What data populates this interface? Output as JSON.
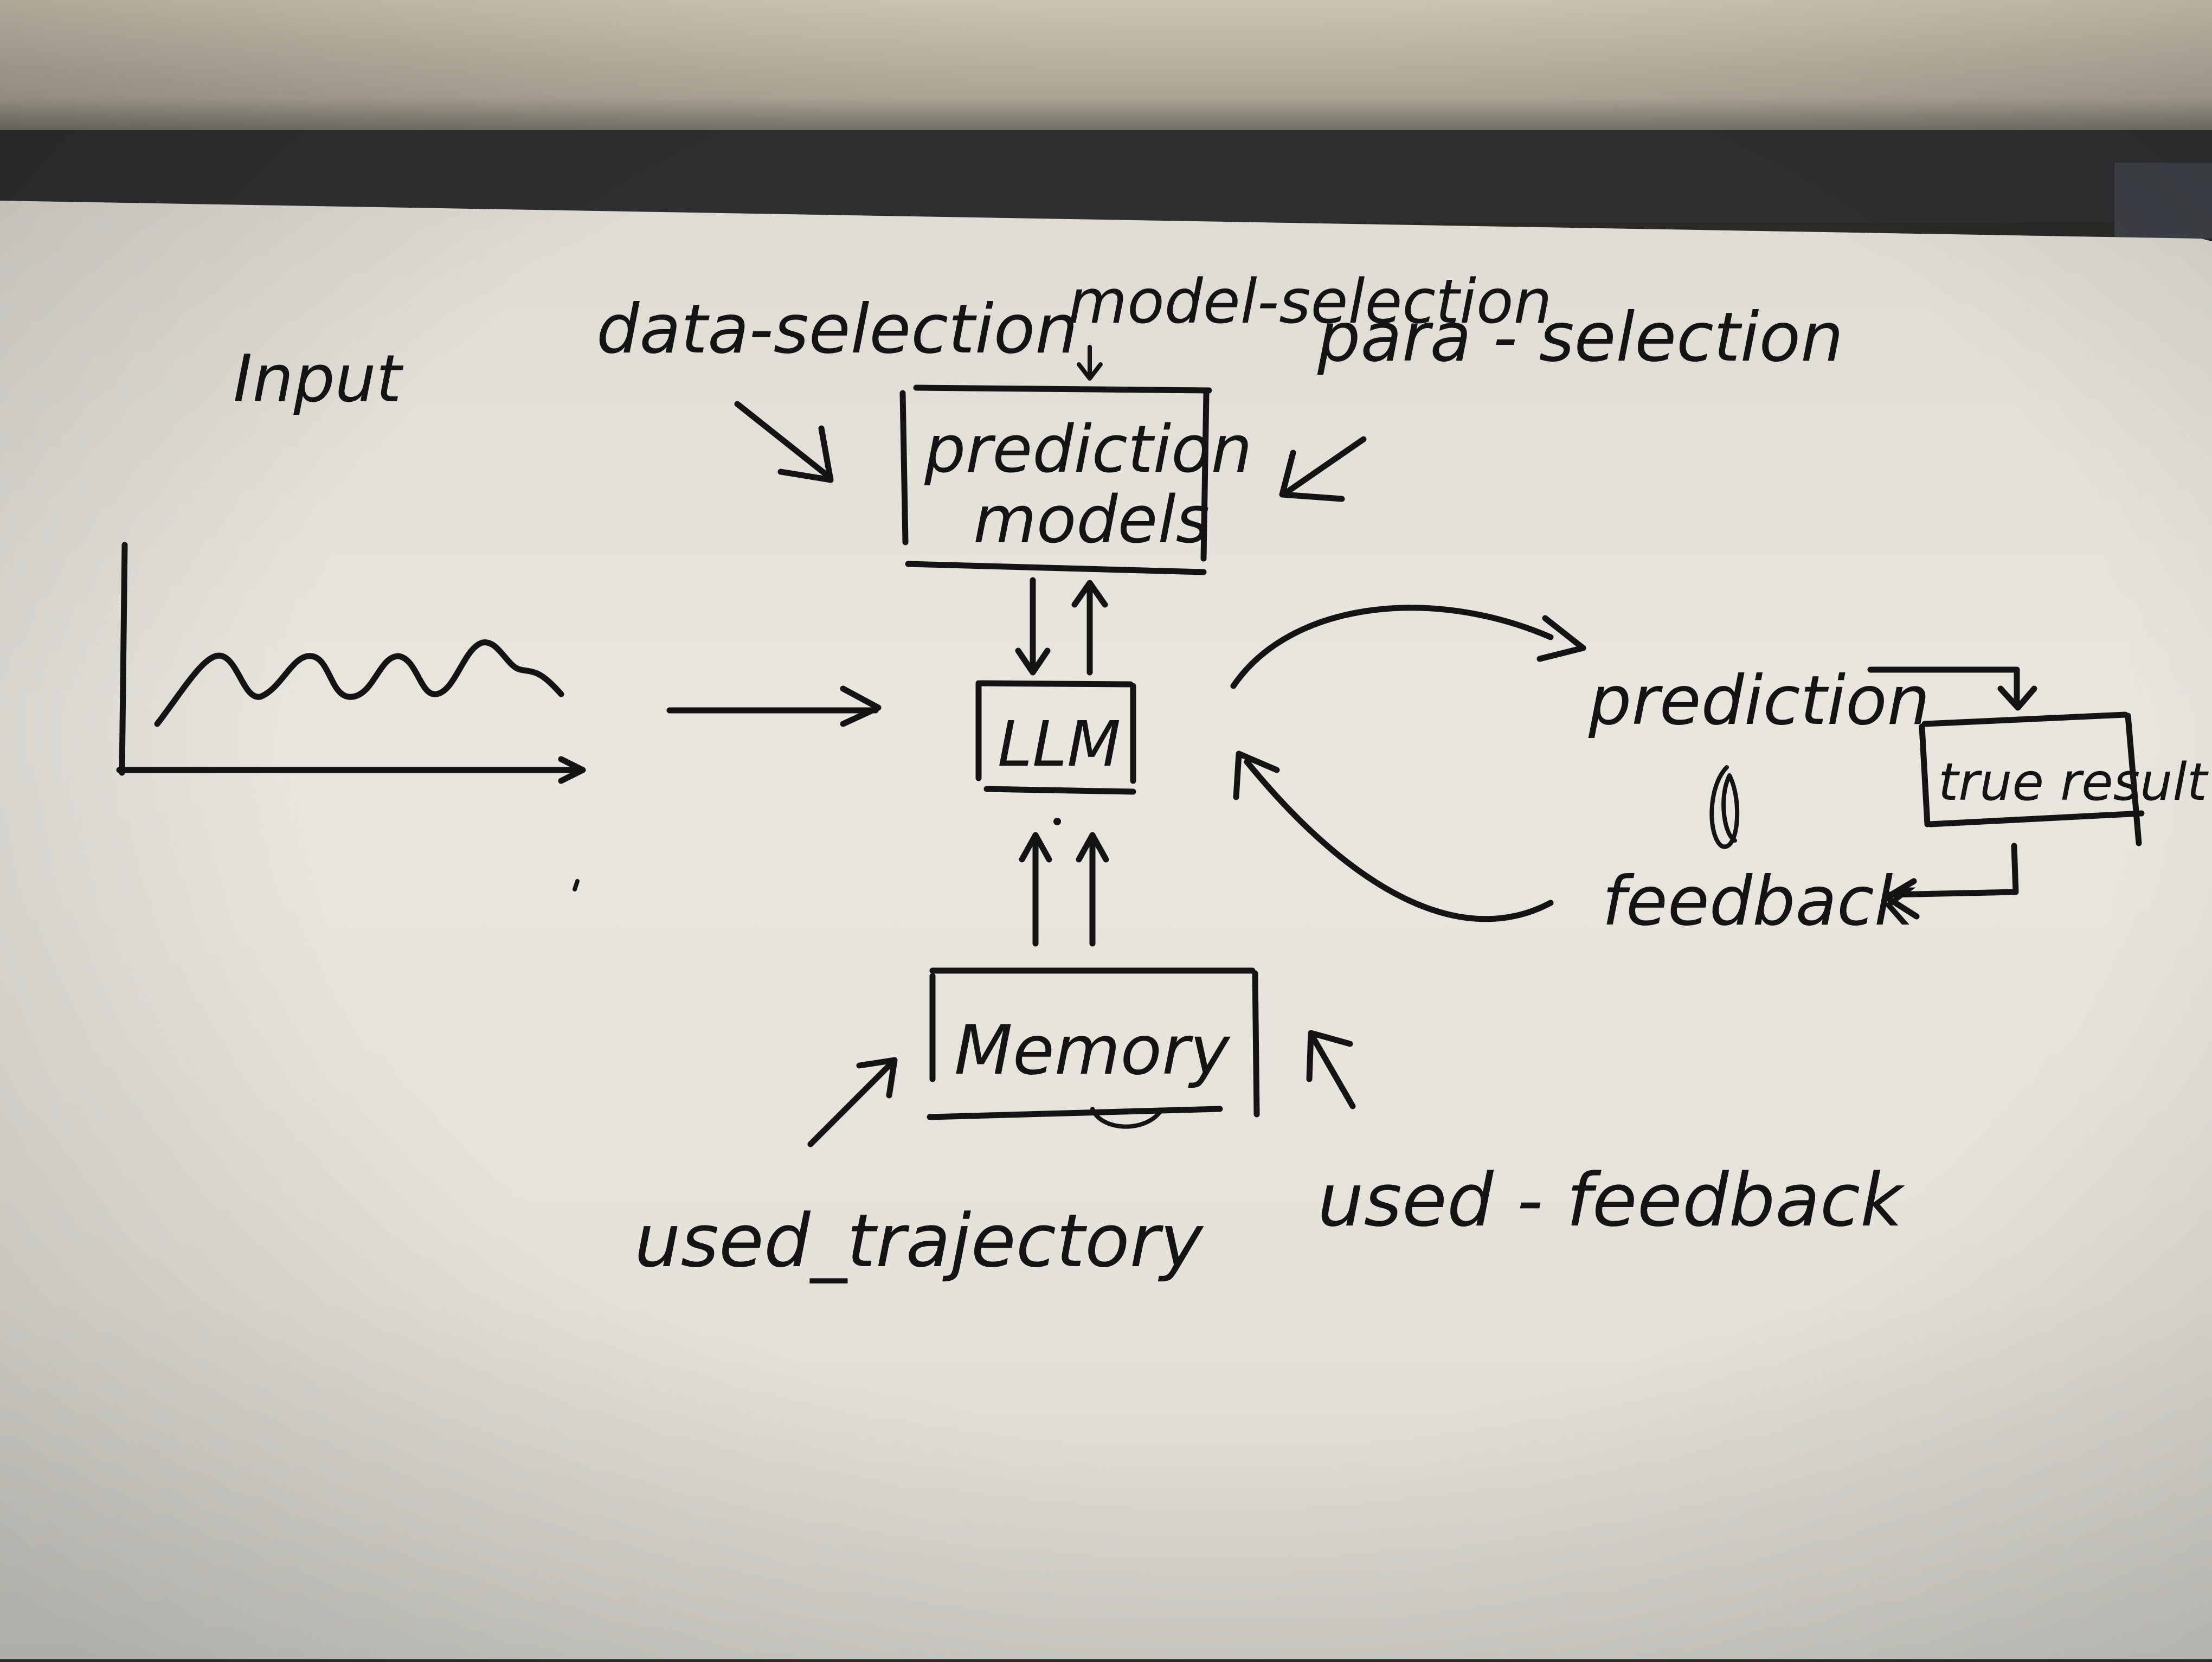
{
  "labels": {
    "input": "Input",
    "data_selection": "data-selection",
    "model_selection": "model-selection",
    "para_selection": "para - selection",
    "prediction_models_line1": "prediction",
    "prediction_models_line2": "models",
    "llm": "LLM",
    "prediction": "prediction",
    "true_result": "true result",
    "feedback": "feedback",
    "memory": "Memory",
    "used_trajectory": "used_trajectory",
    "used_feedback": "used - feedback"
  },
  "colors": {
    "ink": "#141414",
    "paper": "#e9e7e0",
    "background": "#2b2a27"
  }
}
